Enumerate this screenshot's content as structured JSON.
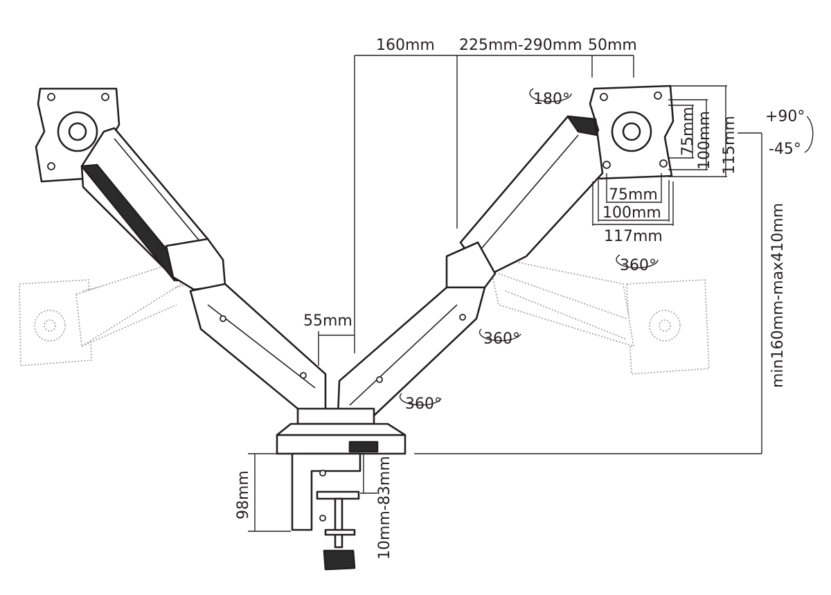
{
  "labels": {
    "offset_160": "160mm",
    "offset_225_290": "225mm-290mm",
    "offset_50": "50mm",
    "rot_180": "180°",
    "plus_90": "+90°",
    "minus_45": "-45°",
    "vesa_75_v": "75mm",
    "vesa_100_v": "100mm",
    "vesa_115_v": "115mm",
    "vesa_75_h": "75mm",
    "vesa_100_h": "100mm",
    "vesa_117_h": "117mm",
    "rot_360_plate": "360°",
    "height_range": "min160mm-max410mm",
    "pole_55": "55mm",
    "rot_360_arm_upper": "360°",
    "rot_360_arm_lower": "360°",
    "clamp_98": "98mm",
    "clamp_range": "10mm-83mm"
  },
  "colors": {
    "line": "#231f20",
    "ghost": "#9a9a9a",
    "fill_dark": "#2b2b2b"
  }
}
